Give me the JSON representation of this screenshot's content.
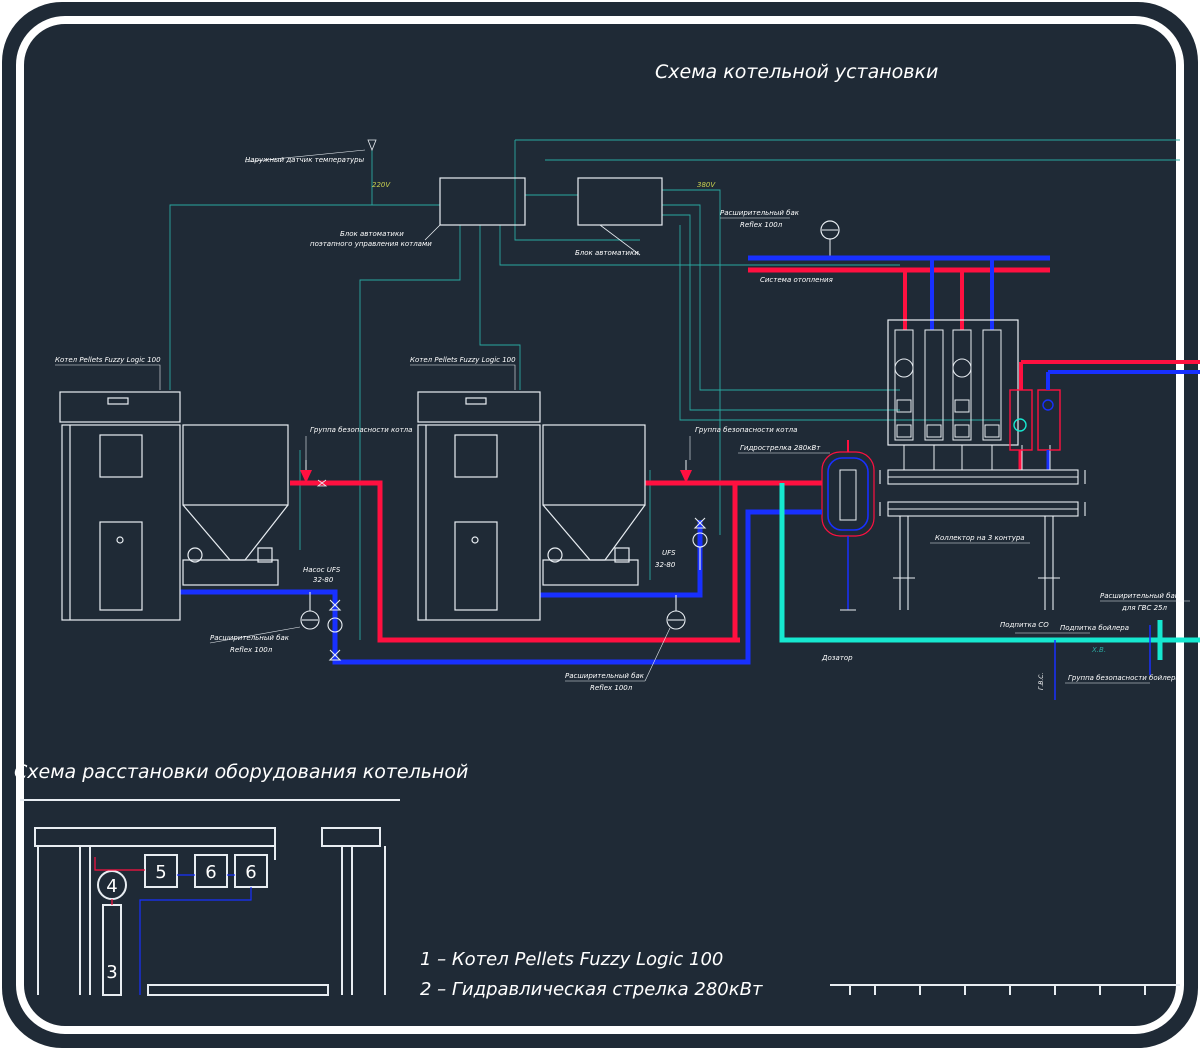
{
  "title": "Схема котельной установки",
  "labels": {
    "outdoor_sensor": "Наружный датчик температуры",
    "voltage_220": "220V",
    "voltage_380": "380V",
    "cascade_control": "Блок автоматики",
    "cascade_control_2": "поэтапного управления котлами",
    "automation_unit": "Блок автоматики",
    "boiler_1": "Котел Pellets Fuzzy Logic 100",
    "boiler_2": "Котел Pellets Fuzzy Logic 100",
    "safety_group_1": "Группа безопасности котла",
    "safety_group_2": "Группа безопасности котла",
    "hydro_arrow": "Гидрострелка 280кВт",
    "pump_ufs": "Насос UFS",
    "pump_ufs_model": "32-80",
    "ufs_2": "UFS",
    "ufs_2_model": "32-80",
    "exp_tank_top": "Расширительный бак",
    "exp_tank_top_2": "Reflex 100л",
    "heating_line": "Система отопления",
    "exp_tank_1": "Расширительный бак",
    "exp_tank_1_2": "Reflex 100л",
    "exp_tank_2": "Расширительный бак",
    "exp_tank_2_2": "Reflex 100л",
    "collector": "Коллектор на 3 контура",
    "feeder": "Дозатор",
    "makeup_co": "Подпитка СО",
    "makeup_boiler": "Подпитка бойлера",
    "exp_tank_dhw": "Расширительный бак",
    "exp_tank_dhw_2": "для ГВС 25л",
    "boiler_safety": "Группа безопасности бойлера",
    "cold_water": "Х.В.",
    "hot_water": "Г.В.С."
  },
  "plan": {
    "title": "Схема расстановки оборудования котельной",
    "numbers": [
      "5",
      "6",
      "6",
      "4",
      "3"
    ],
    "legend": [
      "1 – Котел Pellets Fuzzy Logic 100",
      "2 – Гидравлическая стрелка 280кВт"
    ]
  },
  "colors": {
    "background": "#1f2a36",
    "frame": "#ffffff",
    "hot_line": "#ff1040",
    "cold_line": "#1830ff",
    "makeup_line": "#16e8d0",
    "control_wire": "#2aa8a0",
    "voltage_text": "#c8d050",
    "drawing": "#e8edf2"
  }
}
